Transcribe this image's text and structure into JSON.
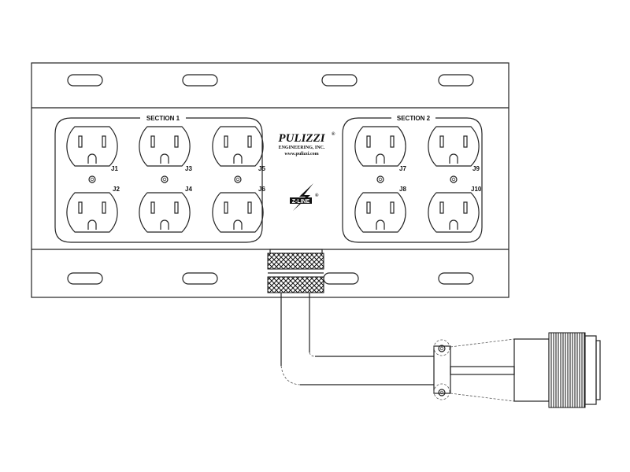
{
  "diagram": {
    "sections": [
      {
        "label": "SECTION 1",
        "outlets": [
          "J1",
          "J2",
          "J3",
          "J4",
          "J5",
          "J6"
        ]
      },
      {
        "label": "SECTION 2",
        "outlets": [
          "J7",
          "J8",
          "J9",
          "J10"
        ]
      }
    ],
    "logo": {
      "brand": "PULIZZI",
      "registered": "®",
      "company": "ENGINEERING, INC.",
      "website": "www.pulizzi.com",
      "product_mark": "Z-LINE"
    }
  }
}
